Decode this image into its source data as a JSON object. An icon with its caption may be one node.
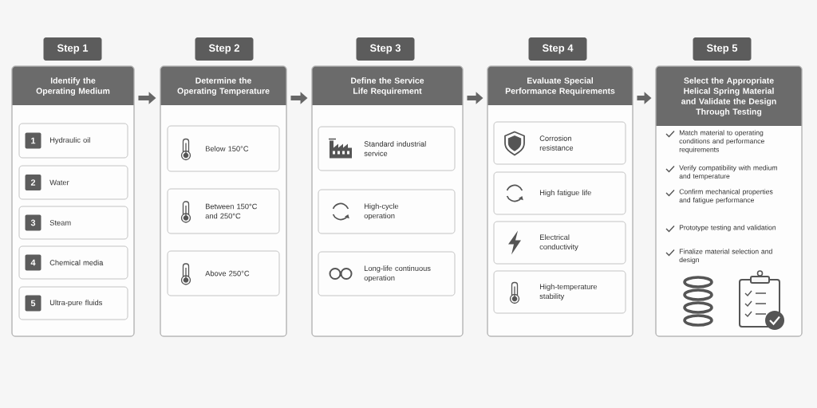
{
  "diagram": {
    "nodes": [
      {
        "text": [
          "Step 1"
        ]
      },
      {
        "text": [
          "Identify the Operating Medium"
        ]
      },
      {
        "text": [
          "Hydraulic oil"
        ],
        "in": 1
      },
      {
        "text": [
          "1"
        ],
        "in": 2
      },
      {
        "text": [
          "Water"
        ],
        "in": 1
      },
      {
        "text": [
          "2"
        ],
        "in": 4
      },
      {
        "text": [
          "Steam"
        ],
        "in": 1
      },
      {
        "text": [
          "3"
        ],
        "in": 6
      },
      {
        "text": [
          "Chemical media"
        ],
        "in": 1
      },
      {
        "text": [
          "4"
        ],
        "in": 8
      },
      {
        "text": [
          "Ultra-pure fluids"
        ],
        "in": 1
      },
      {
        "text": [
          "5"
        ],
        "in": 10
      },
      {
        "text": [
          "Step 2"
        ]
      },
      {
        "text": [
          "Determine the Operating Temperature"
        ]
      },
      {
        "text": [
          "Below 150°C"
        ],
        "in": 13
      },
      {
        "text": [
          "Between 150°C and 250°C"
        ],
        "in": 13
      },
      {
        "text": [
          "Above 250°C"
        ],
        "in": 13
      },
      {
        "text": [
          "Step 3"
        ]
      },
      {
        "text": [
          "Define the Service Life Requirement"
        ]
      },
      {
        "text": [
          "Standard industrial service"
        ],
        "in": 18
      },
      {
        "text": [
          "High-cycle operation"
        ],
        "in": 18
      },
      {
        "text": [
          "Long-life continuous operation"
        ],
        "in": 18
      },
      {
        "text": [
          "Step 4"
        ]
      },
      {
        "text": [
          "Evaluate Special Performance Requirements"
        ]
      },
      {
        "text": [
          "Corrosion resistance"
        ],
        "in": 23
      },
      {
        "text": [
          "High fatigue life"
        ],
        "in": 23
      },
      {
        "text": [
          "Electrical conductivity"
        ],
        "in": 23
      },
      {
        "text": [
          "High-temperature stability"
        ],
        "in": 23
      },
      {
        "text": [
          "Step 5"
        ]
      },
      {
        "text": [
          "Select the Appropriate Helical Spring Material and Validate the Design Through Testing",
          "Match material to operating conditions and performance requirements",
          "Verify compatibility with medium and temperature",
          "Confirm mechanical properties and fatigue performance",
          "Prototype testing and validation",
          "Finalize material selection and design"
        ]
      }
    ],
    "edges": [
      {
        "from": 1,
        "to": 13,
        "arrow": "to"
      },
      {
        "from": 13,
        "to": 18,
        "arrow": "to"
      },
      {
        "from": 18,
        "to": 23,
        "arrow": "to"
      },
      {
        "from": 23,
        "to": 29,
        "arrow": "to"
      }
    ]
  }
}
